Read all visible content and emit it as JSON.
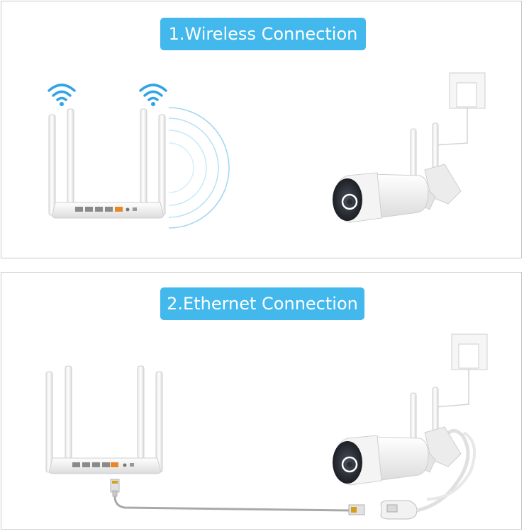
{
  "sections": [
    {
      "title": "1.Wireless Connection",
      "connection": "wireless",
      "icons": [
        "wifi-icon",
        "wifi-icon",
        "signal-waves-icon",
        "router-icon",
        "wall-outlet-icon",
        "camera-icon"
      ]
    },
    {
      "title": "2.Ethernet Connection",
      "connection": "ethernet",
      "icons": [
        "router-icon",
        "ethernet-cable-icon",
        "rj45-connector-icon",
        "wall-outlet-icon",
        "camera-icon"
      ]
    }
  ],
  "colors": {
    "accent": "#42b8ec",
    "wifi": "#2fa4e7",
    "port_orange": "#e8862a",
    "device_white": "#f4f4f4",
    "outline": "#cfcfcf"
  }
}
